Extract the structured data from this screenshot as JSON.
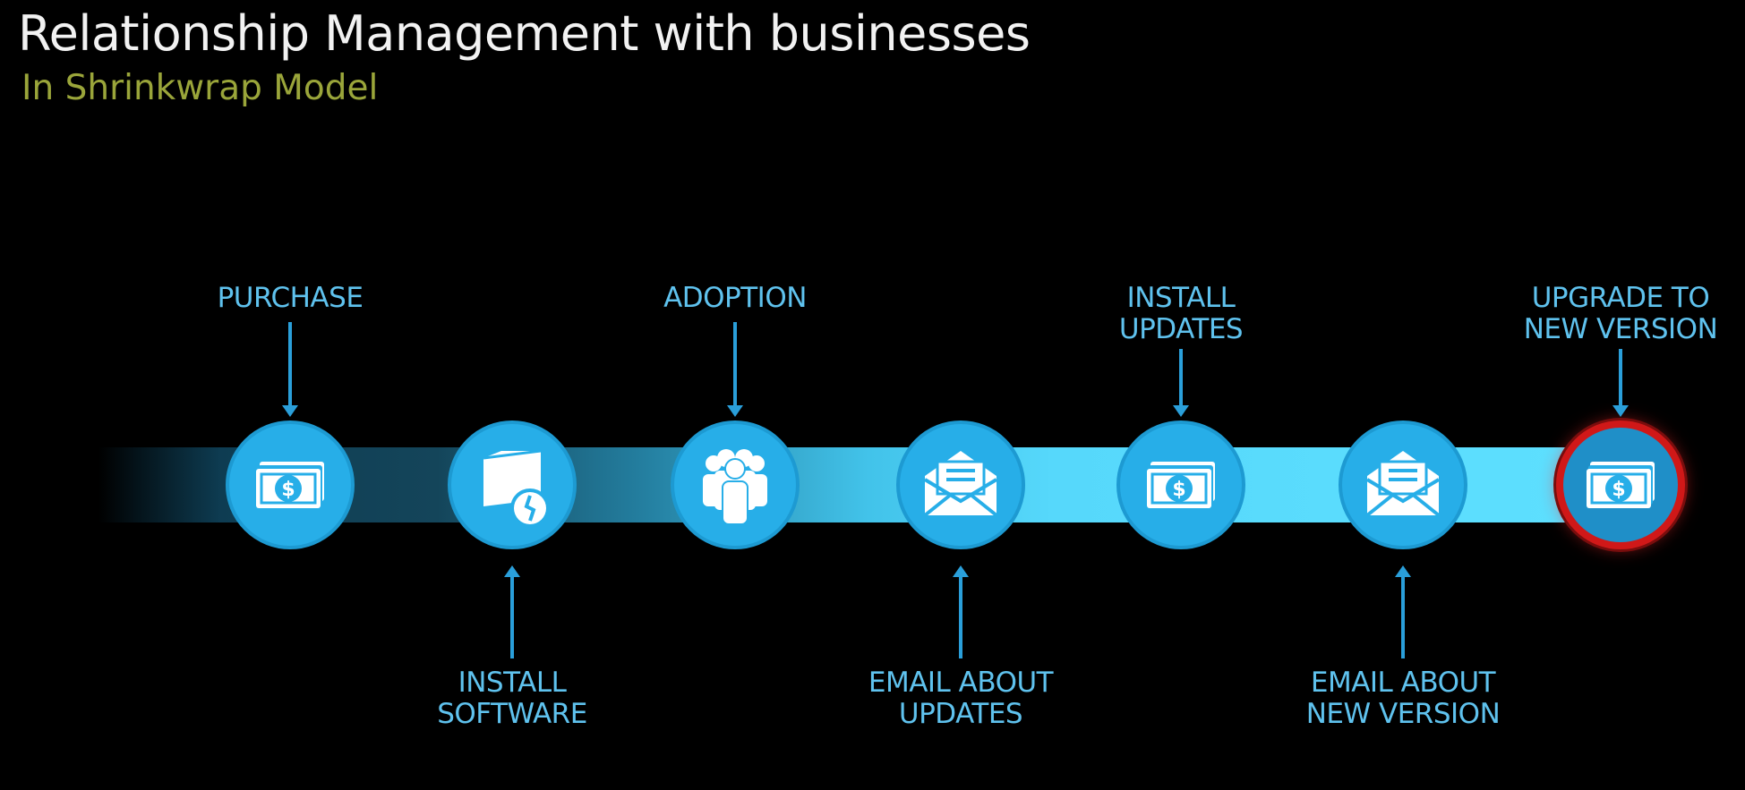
{
  "slide": {
    "title": "Relationship Management with businesses",
    "subtitle": "In Shrinkwrap Model"
  },
  "steps": [
    {
      "icon": "money-icon",
      "label_position": "above",
      "label_lines": [
        "PURCHASE"
      ]
    },
    {
      "icon": "install-box-icon",
      "label_position": "below",
      "label_lines": [
        "INSTALL",
        "SOFTWARE"
      ]
    },
    {
      "icon": "people-group-icon",
      "label_position": "above",
      "label_lines": [
        "ADOPTION"
      ]
    },
    {
      "icon": "envelope-icon",
      "label_position": "below",
      "label_lines": [
        "EMAIL ABOUT",
        "UPDATES"
      ]
    },
    {
      "icon": "money-icon",
      "label_position": "above",
      "label_lines": [
        "INSTALL",
        "UPDATES"
      ]
    },
    {
      "icon": "envelope-icon",
      "label_position": "below",
      "label_lines": [
        "EMAIL ABOUT",
        "NEW VERSION"
      ]
    },
    {
      "icon": "money-icon",
      "label_position": "above",
      "label_lines": [
        "UPGRADE TO",
        "NEW VERSION"
      ],
      "highlighted": true
    }
  ],
  "colors": {
    "background": "#000000",
    "title": "#f2f2f2",
    "subtitle": "#9aa53a",
    "node": "#27aee8",
    "label": "#5fc2ee",
    "highlight_ring": "#d01818"
  }
}
